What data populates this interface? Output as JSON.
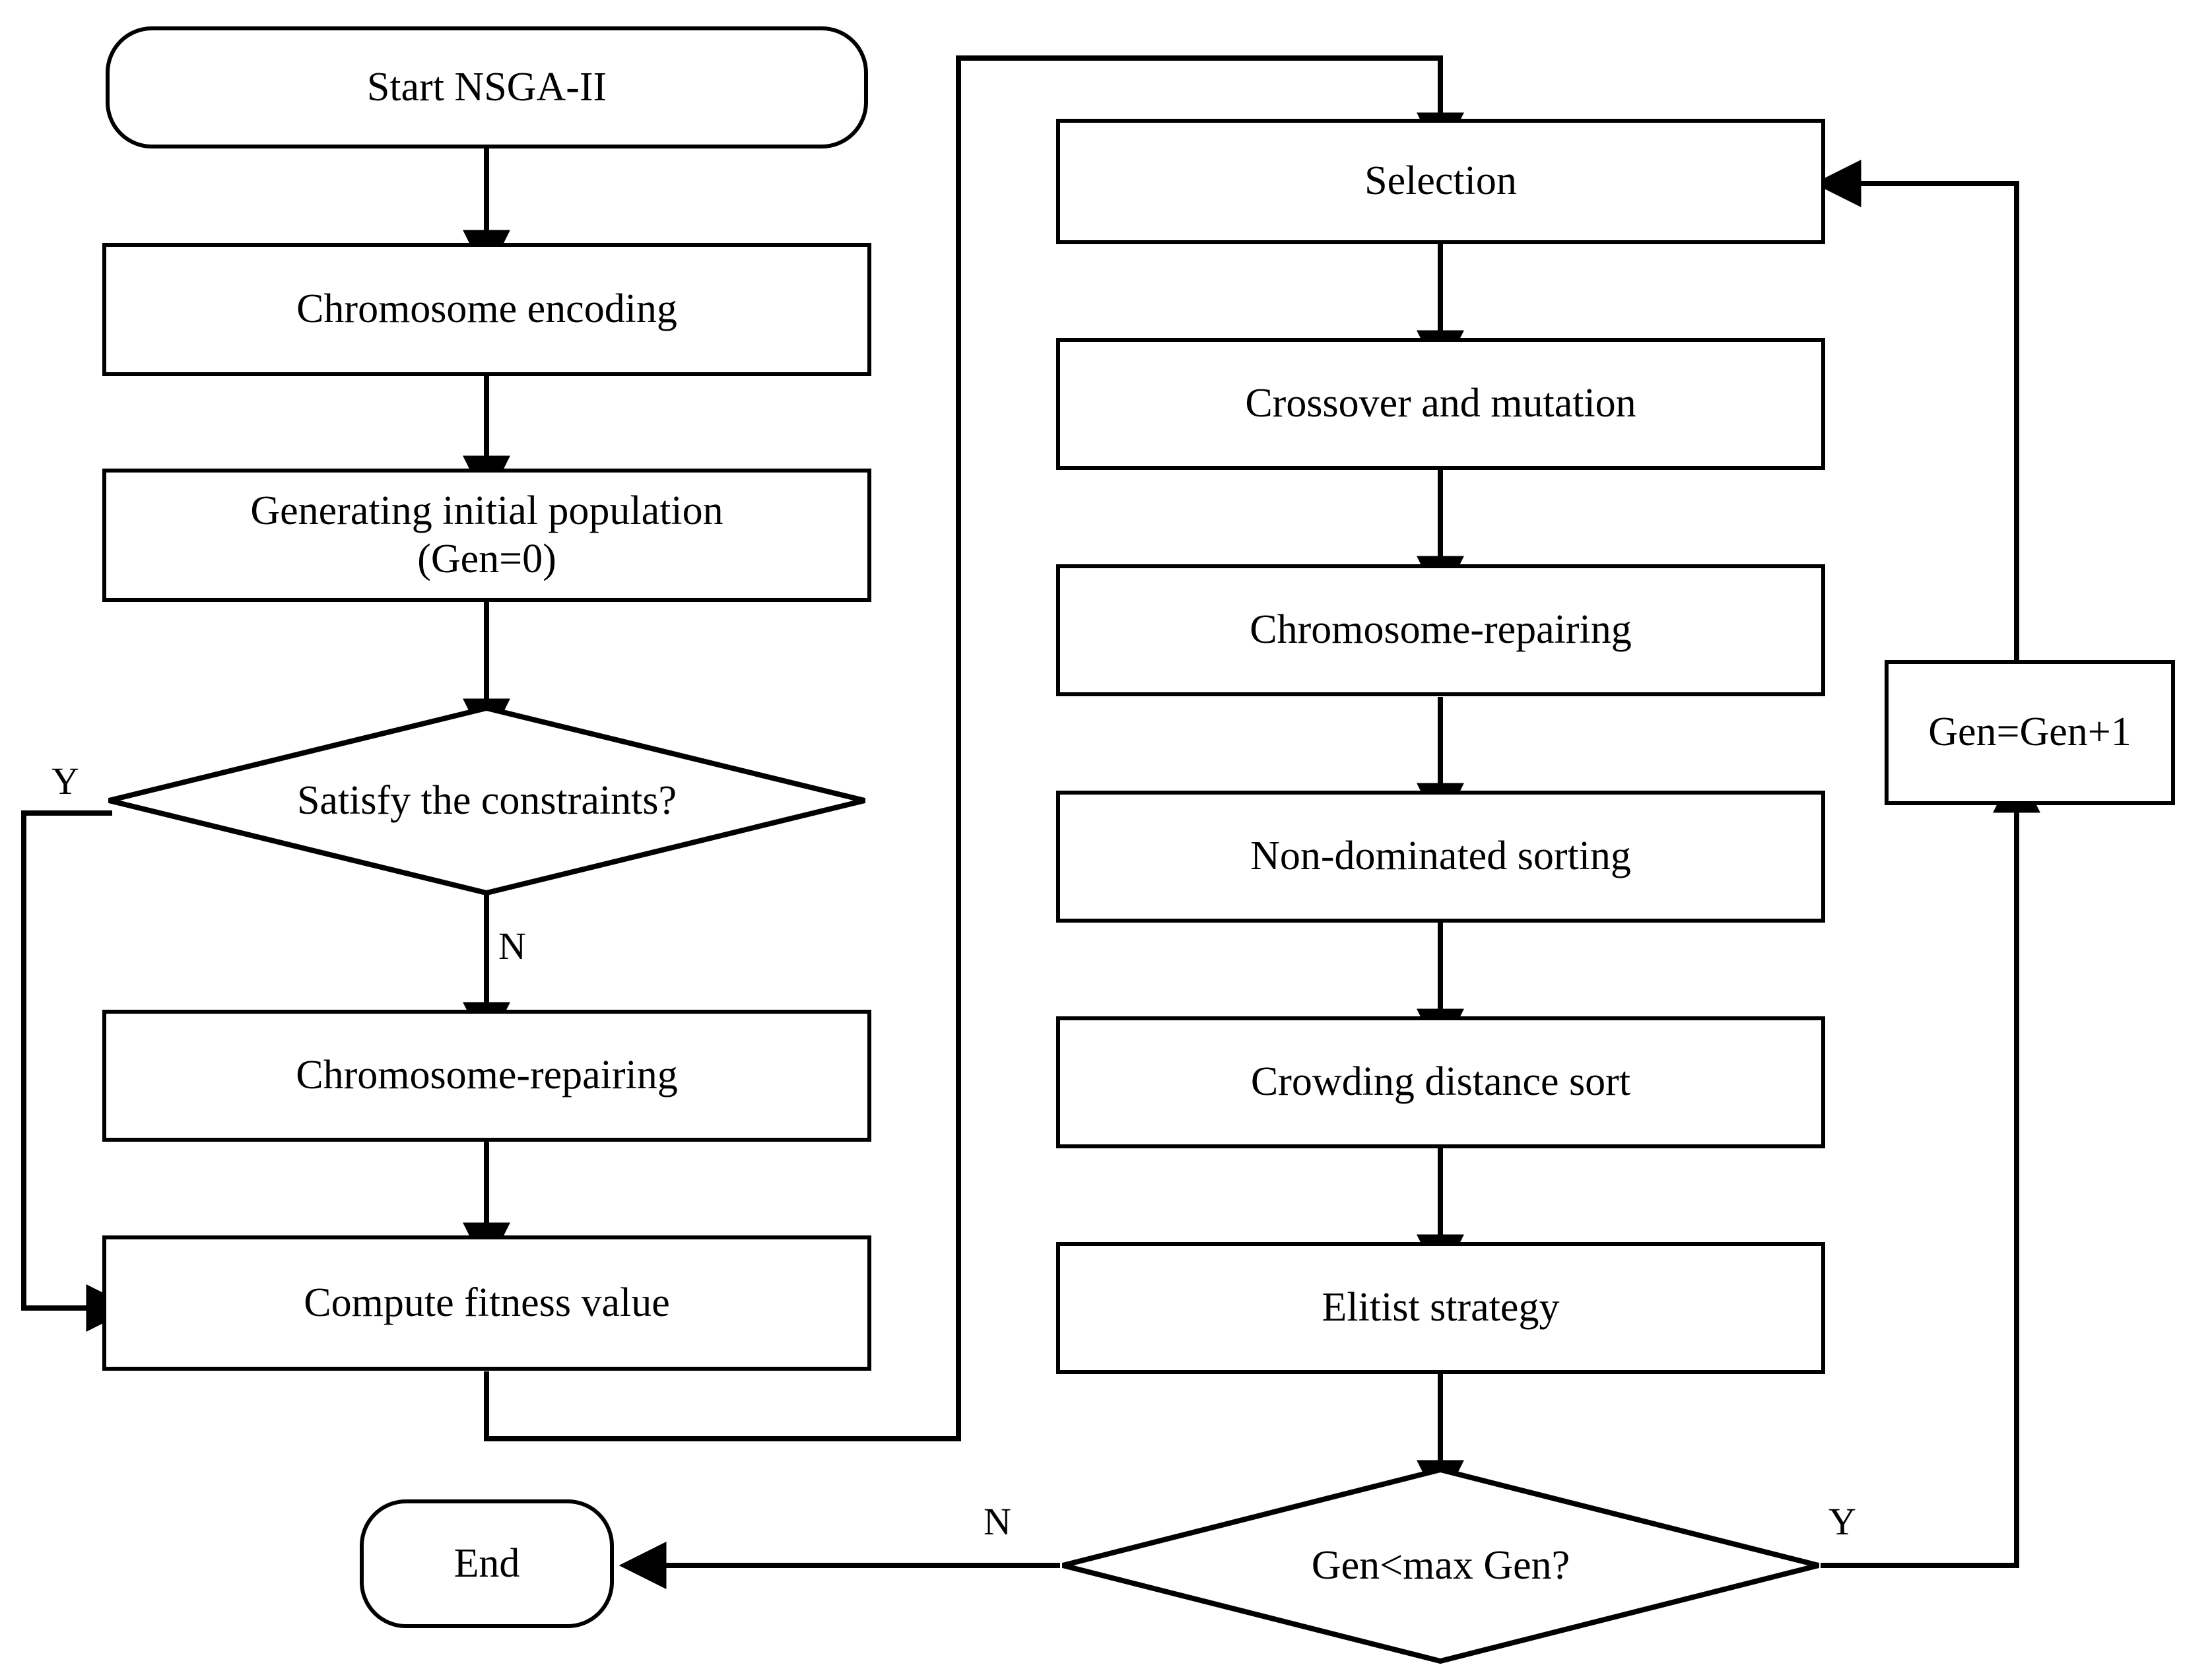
{
  "diagram": {
    "title": "NSGA-II flowchart",
    "stroke_color": "#000000",
    "fill_color": "#ffffff",
    "nodes": {
      "start": {
        "label": "Start NSGA-II",
        "shape": "terminal"
      },
      "chromosome_encoding": {
        "label": "Chromosome encoding",
        "shape": "process"
      },
      "initial_population": {
        "label": "Generating initial population\n(Gen=0)",
        "shape": "process"
      },
      "satisfy_constraints": {
        "label": "Satisfy the constraints?",
        "shape": "decision"
      },
      "chromosome_repairing_left": {
        "label": "Chromosome-repairing",
        "shape": "process"
      },
      "compute_fitness": {
        "label": "Compute fitness value",
        "shape": "process"
      },
      "selection": {
        "label": "Selection",
        "shape": "process"
      },
      "crossover_mutation": {
        "label": "Crossover and mutation",
        "shape": "process"
      },
      "chromosome_repairing_right": {
        "label": "Chromosome-repairing",
        "shape": "process"
      },
      "non_dominated_sorting": {
        "label": "Non-dominated sorting",
        "shape": "process"
      },
      "crowding_distance": {
        "label": "Crowding distance sort",
        "shape": "process"
      },
      "elitist_strategy": {
        "label": "Elitist strategy",
        "shape": "process"
      },
      "gen_increment": {
        "label": "Gen=Gen+1",
        "shape": "process"
      },
      "gen_check": {
        "label": "Gen<max Gen?",
        "shape": "decision"
      },
      "end": {
        "label": "End",
        "shape": "terminal"
      }
    },
    "edge_labels": {
      "satisfy_yes": "Y",
      "satisfy_no": "N",
      "gen_check_no": "N",
      "gen_check_yes": "Y"
    }
  }
}
